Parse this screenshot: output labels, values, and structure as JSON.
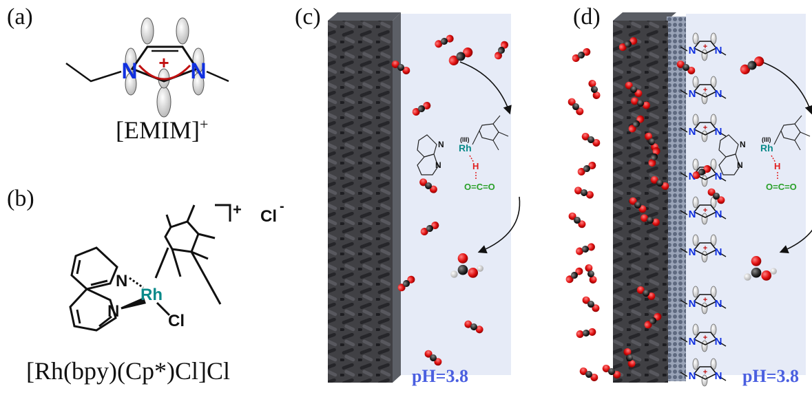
{
  "panels": {
    "a": {
      "label": "(a)",
      "caption": "[EMIM]",
      "caption_sup": "+",
      "atom_n": "N",
      "charge": "+"
    },
    "b": {
      "label": "(b)",
      "caption": "[Rh(bpy)(Cp*)Cl]Cl",
      "counter_charge": "+",
      "counter_ion": "Cl",
      "counter_ion_charge": "-",
      "atom_rh": "Rh",
      "atom_n": "N",
      "atom_cl": "Cl"
    },
    "c": {
      "label": "(c)",
      "ph": "pH=3.8",
      "rh_label": "Rh",
      "rh_ox": "(III)",
      "h_label": "H",
      "co2_label": "O=C=O"
    },
    "d": {
      "label": "(d)",
      "ph": "pH=3.8",
      "rh_label": "Rh",
      "rh_ox": "(III)",
      "h_label": "H",
      "co2_label": "O=C=O"
    }
  },
  "colors": {
    "solution": "#e6ebf7",
    "electrode": "#3a3a3c",
    "electrode_side": "#5c5f66",
    "oxygen": "#e01010",
    "carbon": "#2e2e2e",
    "nitrogen": "#1030e0",
    "rhodium": "#0a8a8a",
    "hydrogen_bond": "#e02020",
    "co2_label": "#2aa02a",
    "ph_text": "#4a5fe0"
  }
}
